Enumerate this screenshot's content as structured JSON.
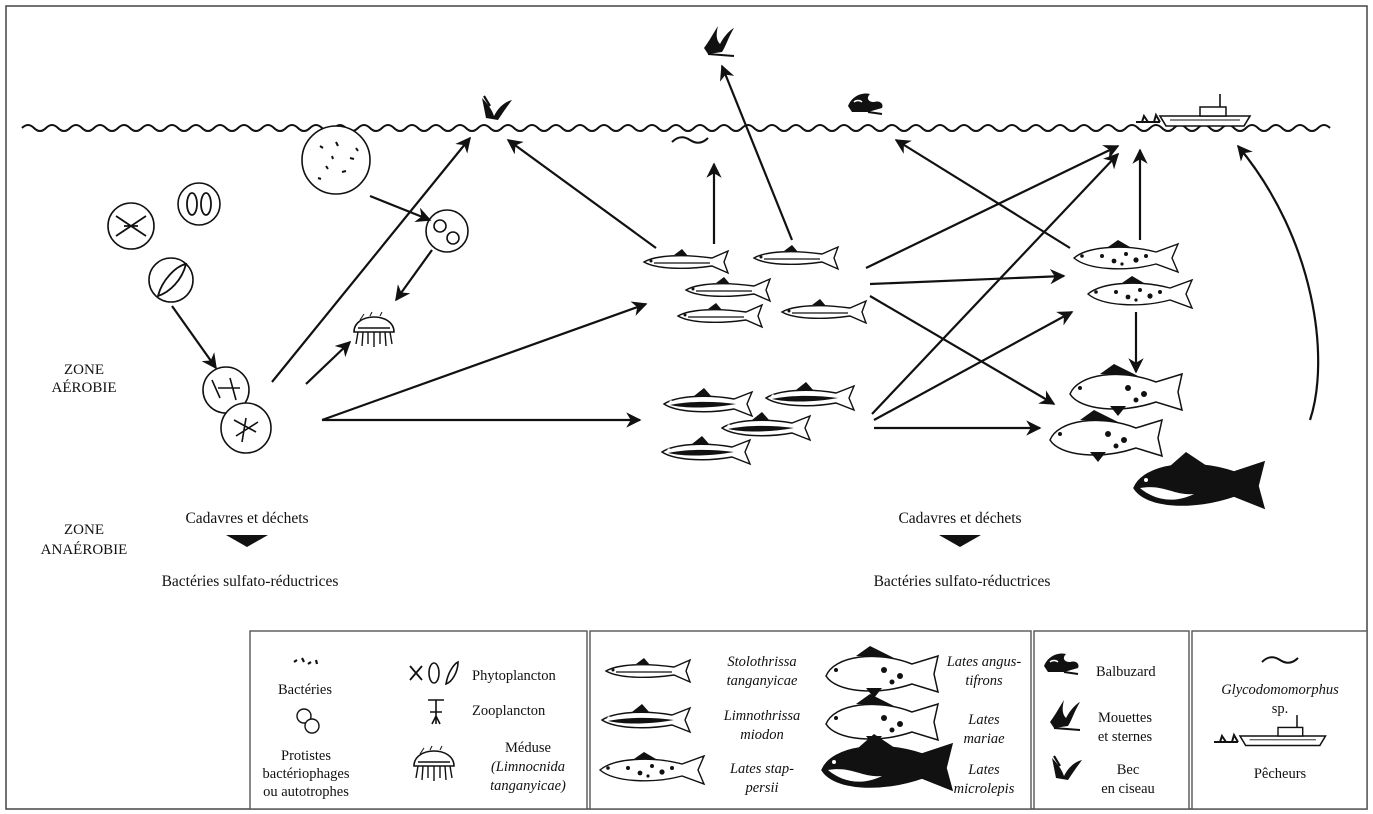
{
  "zones": {
    "aerobic": [
      "ZONE",
      "AÉROBIE"
    ],
    "anaerobic": [
      "ZONE",
      "ANAÉROBIE"
    ]
  },
  "decomposition": {
    "left": {
      "top": "Cadavres et déchets",
      "bottom": "Bactéries sulfato-réductrices"
    },
    "right": {
      "top": "Cadavres et déchets",
      "bottom": "Bactéries sulfato-réductrices"
    }
  },
  "legend": {
    "plankton": {
      "bacteria": "Bactéries",
      "protists": [
        "Protistes",
        "bactériophages",
        "ou autotrophes"
      ],
      "phytoplankton": "Phytoplancton",
      "zooplankton": "Zooplancton",
      "jellyfish": [
        "Méduse",
        "(Limnocnida",
        "tanganyicae)"
      ]
    },
    "fish": {
      "stolothrissa": [
        "Stolothrissa",
        "tanganyicae"
      ],
      "limnothrissa": [
        "Limnothrissa",
        "miodon"
      ],
      "lates_stappersii": [
        "Lates stap-",
        "persii"
      ],
      "lates_angustifrons": [
        "Lates angus-",
        "tifrons"
      ],
      "lates_mariae": [
        "Lates",
        "mariae"
      ],
      "lates_microlepis": [
        "Lates",
        "microlepis"
      ]
    },
    "birds": {
      "osprey": "Balbuzard",
      "gulls": [
        "Mouettes",
        "et sternes"
      ],
      "skimmer": [
        "Bec",
        "en ciseau"
      ]
    },
    "other": {
      "shrimp": [
        "Glycodomomorphus",
        "sp."
      ],
      "fishermen": "Pêcheurs"
    }
  }
}
